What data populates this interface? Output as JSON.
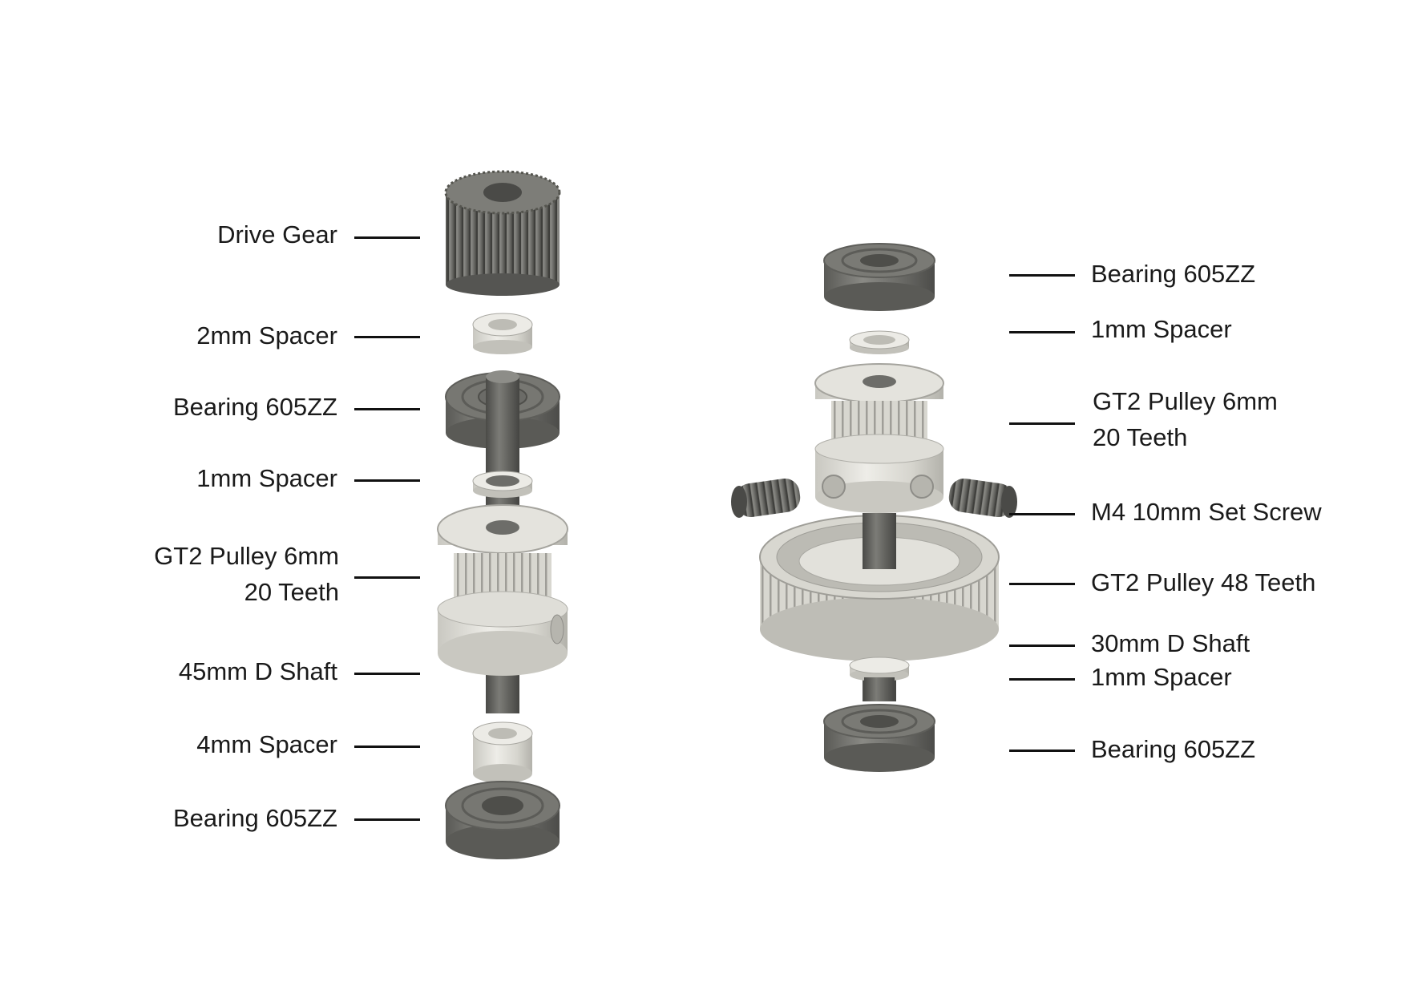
{
  "left_assembly": {
    "labels": [
      "Drive Gear",
      "2mm Spacer",
      "Bearing 605ZZ",
      "1mm Spacer",
      "GT2 Pulley 6mm\n20 Teeth",
      "45mm D Shaft",
      "4mm Spacer",
      "Bearing 605ZZ"
    ]
  },
  "right_assembly": {
    "labels": [
      "Bearing 605ZZ",
      "1mm Spacer",
      "GT2 Pulley 6mm\n20 Teeth",
      "M4 10mm Set Screw",
      "GT2 Pulley 48 Teeth",
      "30mm D Shaft",
      "1mm Spacer",
      "Bearing 605ZZ"
    ]
  },
  "colors": {
    "dark_metal": "#6e6e6a",
    "light_metal": "#d9d8d2",
    "leader": "#111111"
  }
}
